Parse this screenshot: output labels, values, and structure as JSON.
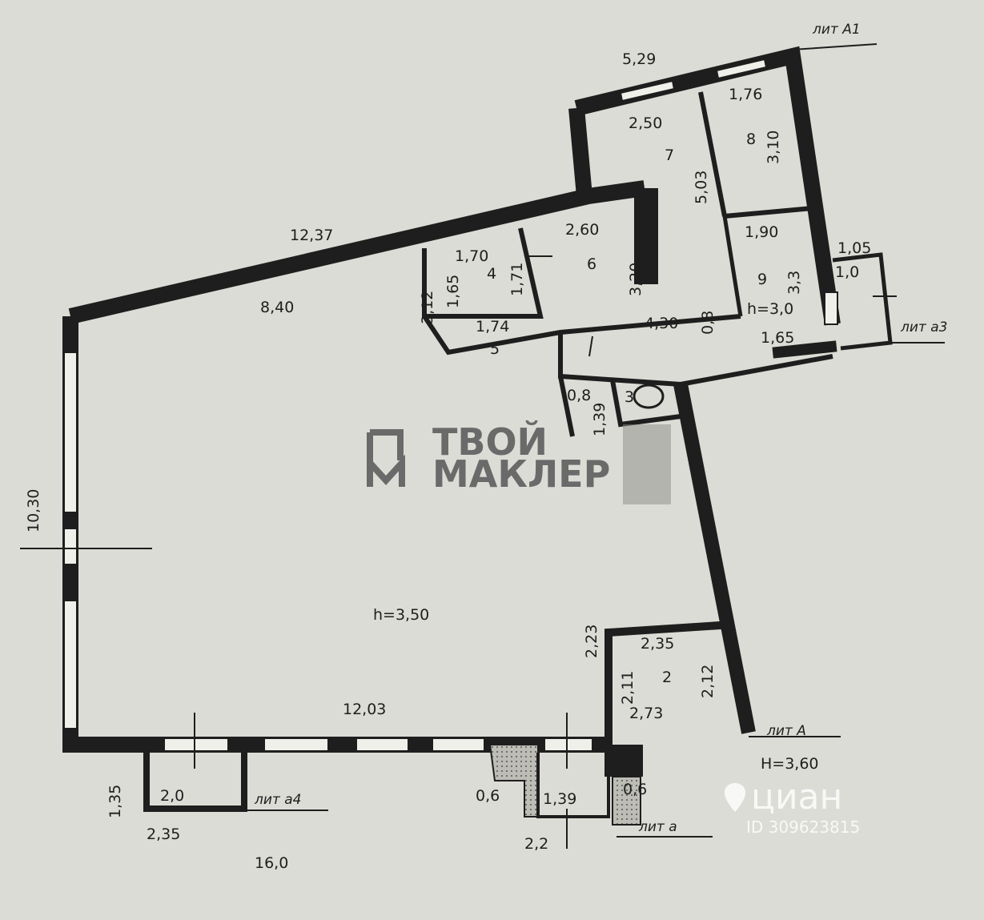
{
  "labels": {
    "outer_5_29": "5,29",
    "lit_a1": "лит А1",
    "d_1_76": "1,76",
    "d_2_50": "2,50",
    "room_7": "7",
    "room_8": "8",
    "d_3_10": "3,10",
    "d_5_03": "5,03",
    "d_12_37": "12,37",
    "d_2_60": "2,60",
    "d_1_70": "1,70",
    "room_4": "4",
    "d_1_71": "1,71",
    "room_6": "6",
    "d_3_20": "3,20",
    "d_1_65_a": "1,65",
    "d_1_90": "1,90",
    "room_9": "9",
    "d_3_3": "3,3",
    "d_1_05": "1,05",
    "d_1_0": "1,0",
    "h_3_0": "h=3,0",
    "lit_a3": "лит а3",
    "d_8_40": "8,40",
    "d_3_12": "3,12",
    "d_1_74": "1,74",
    "room_5": "5",
    "d_4_30": "4,30",
    "d_0_8_a": "0,8",
    "d_1_65_b": "1,65",
    "d_0_8_b": "0,8",
    "room_3": "3",
    "d_1_39_a": "1,39",
    "d_10_30": "10,30",
    "h_3_50": "h=3,50",
    "d_2_23": "2,23",
    "d_2_35_a": "2,35",
    "room_2": "2",
    "d_2_11": "2,11",
    "d_2_12": "2,12",
    "d_2_73": "2,73",
    "d_12_03": "12,03",
    "lit_a": "лит А",
    "h_3_60": "Н=3,60",
    "d_1_35": "1,35",
    "d_2_0": "2,0",
    "lit_a4": "лит а4",
    "d_0_6_a": "0,6",
    "d_1_39_b": "1,39",
    "d_0_6_b": "0,6",
    "lit_a_small": "лит а",
    "d_2_35_b": "2,35",
    "d_2_2": "2,2",
    "d_16_0": "16,0"
  },
  "watermark": {
    "line1": "ТВОЙ",
    "line2": "МАКЛЕР"
  },
  "cian": {
    "logo": "циан",
    "id": "ID 309623815"
  },
  "colors": {
    "paper": "#dcdcd6",
    "wall": "#1e1e1e",
    "watermark": "#6a6a6a"
  }
}
